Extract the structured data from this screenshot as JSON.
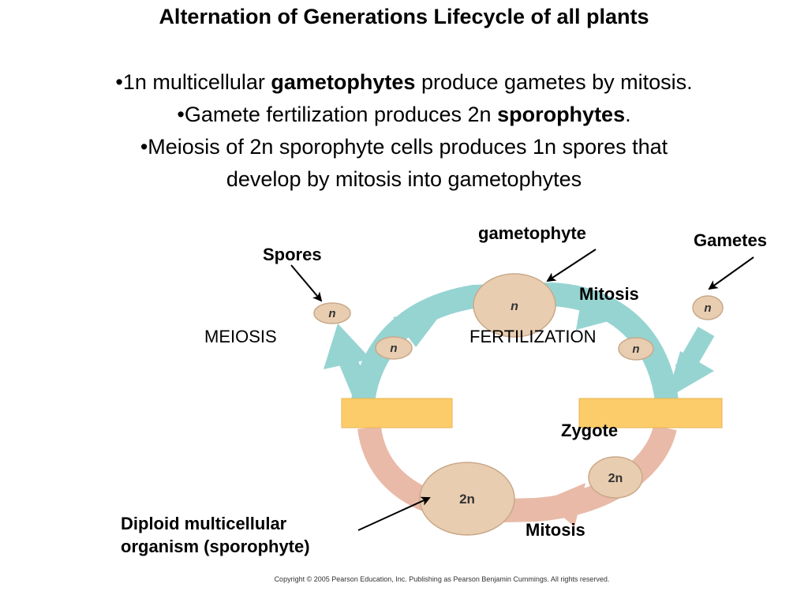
{
  "slide": {
    "title": "Alternation of Generations Lifecycle of all plants",
    "bullets": [
      {
        "prefix": "•1n multicellular ",
        "bold": "gametophytes",
        "suffix": " produce gametes by mitosis."
      },
      {
        "prefix": "•Gamete fertilization produces 2n ",
        "bold": "sporophytes",
        "suffix": "."
      },
      {
        "prefix": "•Meiosis of 2n sporophyte cells produces 1n spores that develop by mitosis into gametophytes",
        "bold": "",
        "suffix": ""
      }
    ]
  },
  "diagram": {
    "labels": {
      "gametophyte": "gametophyte",
      "gametes": "Gametes",
      "spores": "Spores",
      "mitosis_top": "Mitosis",
      "meiosis": "MEIOSIS",
      "fertilization": "FERTILIZATION",
      "zygote": "Zygote",
      "mitosis_bottom": "Mitosis",
      "sporophyte": "Diploid multicellular organism (sporophyte)"
    },
    "cells": {
      "gametophyte": "n",
      "spore": "n",
      "gamete_free": "n",
      "spore_on_cycle": "n",
      "gamete_on_cycle": "n",
      "zygote": "2n",
      "sporophyte": "2n"
    },
    "colors": {
      "haploid_arrow": "#96d4d2",
      "diploid_arrow": "#e9baa8",
      "cell_fill": "#e8cdb0",
      "cell_stroke": "#c9a98a",
      "process_box": "#fdcc6a"
    }
  },
  "copyright": "Copyright © 2005 Pearson Education, Inc. Publishing as Pearson Benjamin Cummings. All rights reserved."
}
